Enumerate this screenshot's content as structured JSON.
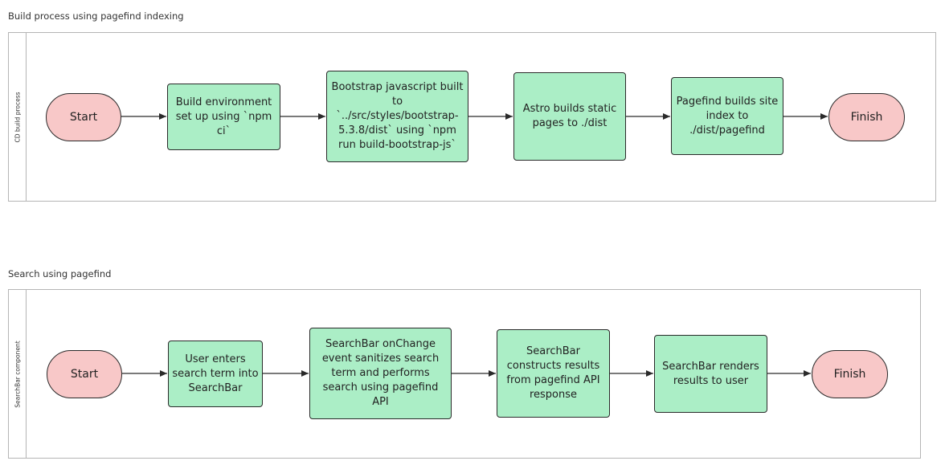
{
  "diagram": {
    "sections": [
      {
        "title": "Build process using pagefind indexing",
        "lane_label": "CD build process",
        "nodes": [
          {
            "kind": "terminal",
            "text": "Start"
          },
          {
            "kind": "process",
            "text": "Build environment set up using `npm ci`"
          },
          {
            "kind": "process",
            "text": "Bootstrap javascript built to `../src/styles/bootstrap-5.3.8/dist` using `npm run build-bootstrap-js`"
          },
          {
            "kind": "process",
            "text": "Astro builds static pages to ./dist"
          },
          {
            "kind": "process",
            "text": "Pagefind builds site index to ./dist/pagefind"
          },
          {
            "kind": "terminal",
            "text": "Finish"
          }
        ]
      },
      {
        "title": "Search using pagefind",
        "lane_label": "SearchBar component",
        "nodes": [
          {
            "kind": "terminal",
            "text": "Start"
          },
          {
            "kind": "process",
            "text": "User enters search term into SearchBar"
          },
          {
            "kind": "process",
            "text": "SearchBar onChange event sanitizes search term and performs search using pagefind API"
          },
          {
            "kind": "process",
            "text": "SearchBar constructs results from pagefind API response"
          },
          {
            "kind": "process",
            "text": "SearchBar renders results to user"
          },
          {
            "kind": "terminal",
            "text": "Finish"
          }
        ]
      }
    ],
    "colors": {
      "terminal_fill": "#f8c8c8",
      "process_fill": "#abeec6",
      "stroke": "#2a2a2a",
      "pool_border": "#b5b5b5"
    }
  }
}
